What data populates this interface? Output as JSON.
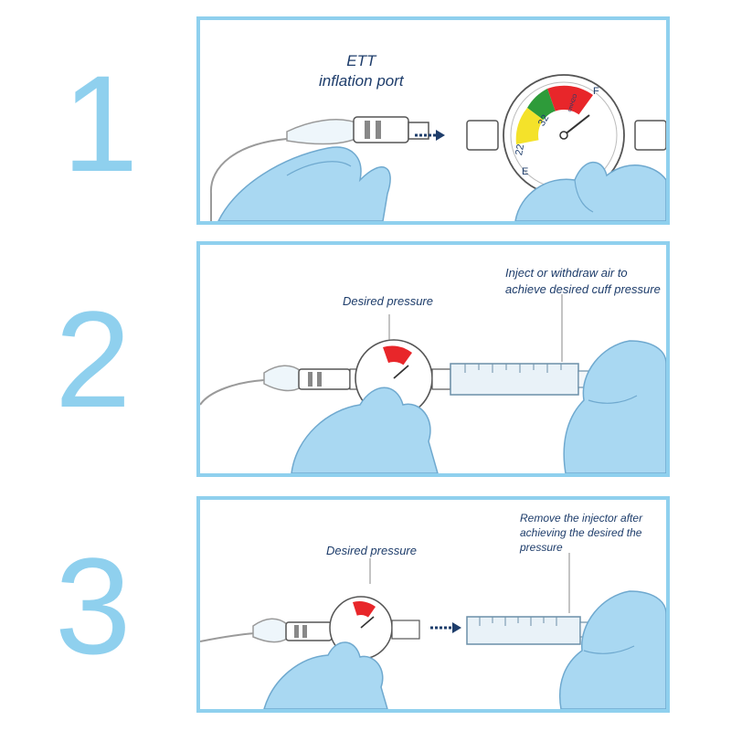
{
  "steps": [
    {
      "number": "1",
      "labels": {
        "port": "ETT\ninflation port"
      },
      "gauge": {
        "scale_low": "22",
        "scale_high": "32",
        "empty_mark": "E",
        "full_mark": "F",
        "unit": "cmH2O"
      }
    },
    {
      "number": "2",
      "labels": {
        "desired": "Desired pressure",
        "instruction": "Inject or withdraw air to\nachieve desired cuff pressure"
      }
    },
    {
      "number": "3",
      "labels": {
        "desired": "Desired pressure",
        "instruction": "Remove the injector after\nachieving the desired the\npressure"
      }
    }
  ],
  "colors": {
    "accent": "#8fd0ee",
    "glove": "#a9d8f2",
    "glove_outline": "#6fa9cf",
    "text": "#1e3d6b",
    "gauge_red": "#e8262a",
    "gauge_green": "#2e9b3a",
    "gauge_yellow": "#f4e22a"
  }
}
